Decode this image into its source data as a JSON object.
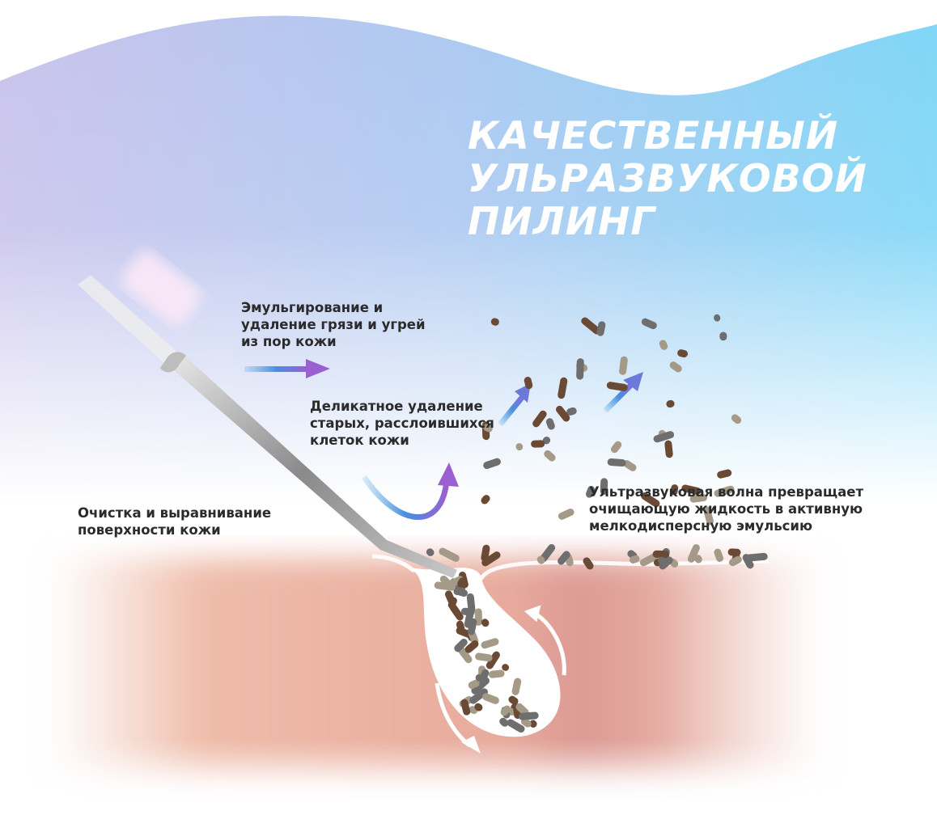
{
  "title": {
    "lines": [
      "КАЧЕСТВЕННЫЙ",
      "УЛЬРАЗВУКОВОЙ",
      "ПИЛИНГ"
    ]
  },
  "labels": {
    "emulsify": [
      "Эмульгирование и",
      "удаление грязи и угрей",
      "из пор кожи"
    ],
    "exfoliate": [
      "Деликатное удаление",
      "старых, расслоившихся",
      "клеток кожи"
    ],
    "smoothing": [
      "Очистка и выравнивание",
      "поверхности кожи"
    ],
    "wave": [
      "Ультразвуковая волна превращает",
      "очищающую жидкость в активную",
      "мелкодисперсную эмульсию"
    ]
  },
  "colors": {
    "wave_left": "#c7c3ee",
    "wave_right": "#7fd5f7",
    "skin": "#e8ae9e",
    "arrow_start": "#4a9fe0",
    "arrow_end": "#9a5fd0",
    "particle_brown": "#6b4a35",
    "particle_gray": "#6e6e6e",
    "particle_beige": "#a59a88"
  }
}
